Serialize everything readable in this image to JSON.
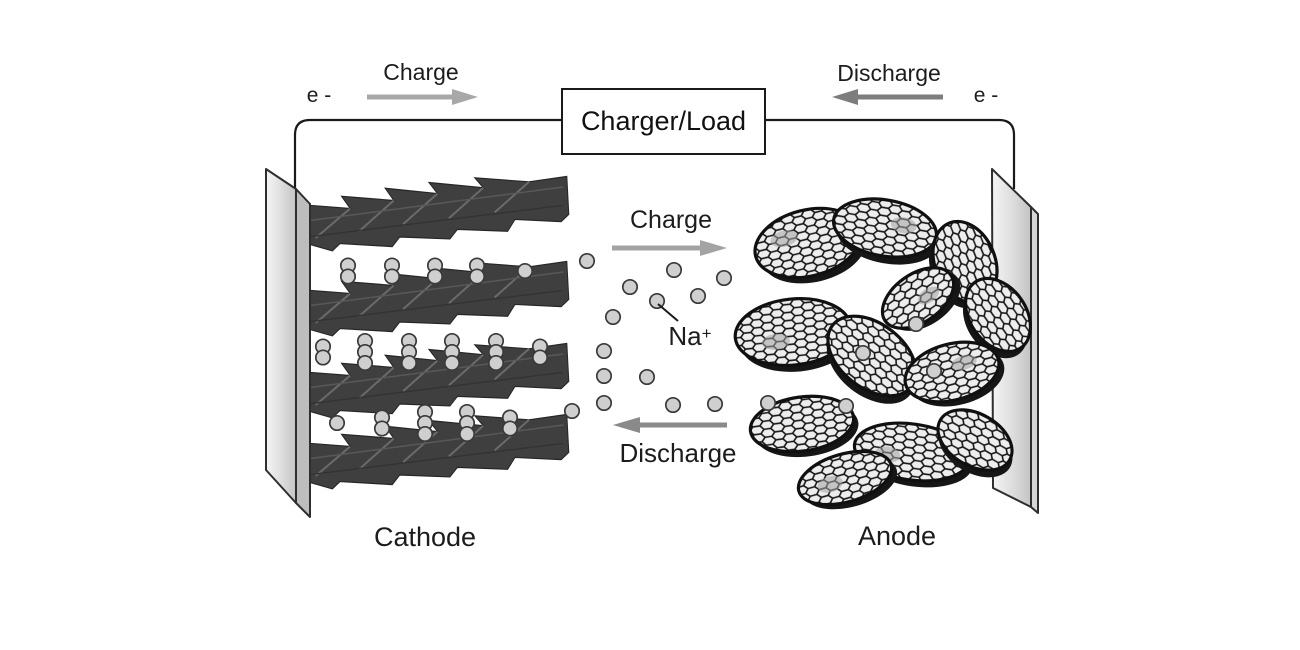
{
  "diagram": {
    "title_semantic": "Sodium-ion battery charge/discharge schematic",
    "top_circuit": {
      "electron_left": "e -",
      "charge_label": "Charge",
      "box_label": "Charger/Load",
      "discharge_label": "Discharge",
      "electron_right": "e -"
    },
    "electrolyte": {
      "charge_label": "Charge",
      "ion_symbol": "Na",
      "ion_charge": "+",
      "discharge_label": "Discharge"
    },
    "electrodes": {
      "cathode_label": "Cathode",
      "anode_label": "Anode"
    },
    "colors": {
      "background": "#ffffff",
      "wire": "#1a1a1a",
      "charge_arrow_top": "#a8a8a8",
      "discharge_arrow_top": "#7d7d7d",
      "charge_arrow_mid": "#a3a3a3",
      "discharge_arrow_mid": "#8a8a8a",
      "cathode_layer": "#3f3f3f",
      "ion_fill": "#cfcfcf",
      "flake_fill": "#ededed",
      "collector_fill": "#d9d9d9"
    }
  }
}
